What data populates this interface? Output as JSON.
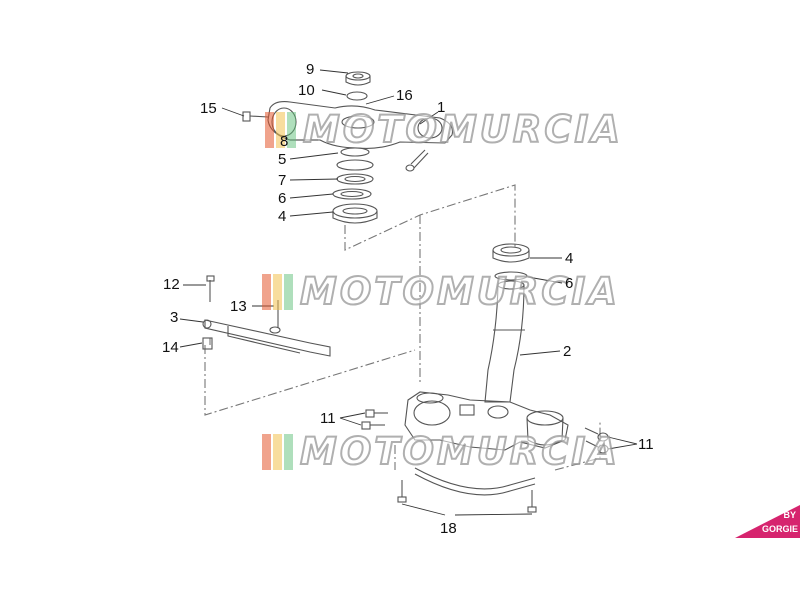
{
  "diagram": {
    "callouts": {
      "c1": "1",
      "c2": "2",
      "c3": "3",
      "c4a": "4",
      "c4b": "4",
      "c5": "5",
      "c6a": "6",
      "c6b": "6",
      "c7": "7",
      "c8": "8",
      "c9": "9",
      "c10": "10",
      "c11a": "11",
      "c11b": "11",
      "c12": "12",
      "c13": "13",
      "c14": "14",
      "c15": "15",
      "c16": "16",
      "c18": "18"
    }
  },
  "watermark": {
    "text": "MOTOMURCIA"
  },
  "badge": {
    "line1": "BY",
    "line2": "GORGIE"
  },
  "colors": {
    "line": "#555555",
    "accent": "#d6246e",
    "wm_red": "#e4572e",
    "wm_yellow": "#f2c14e",
    "wm_green": "#5fbf7a"
  }
}
